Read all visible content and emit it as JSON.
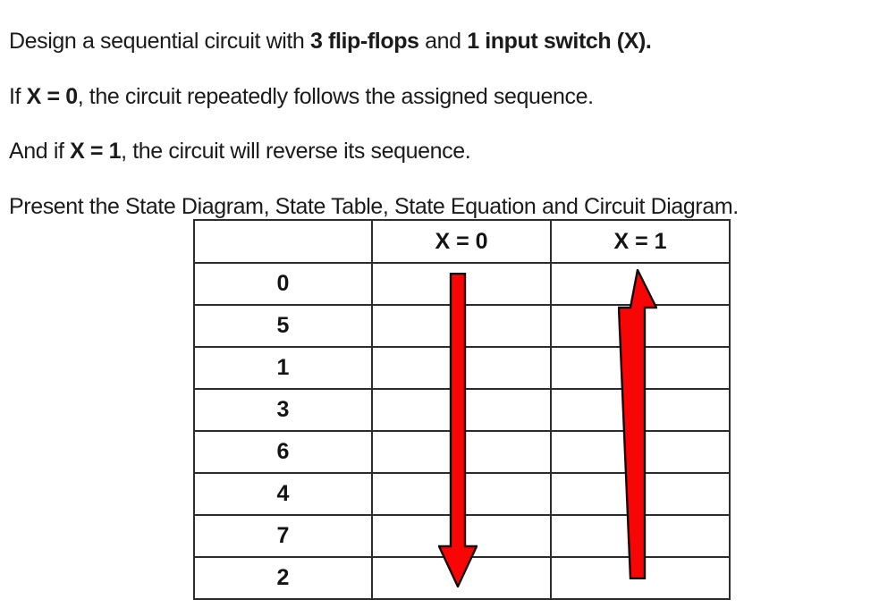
{
  "document": {
    "lines": [
      {
        "runs": [
          {
            "text": "Design a sequential circuit with ",
            "bold": false
          },
          {
            "text": "3 flip-flops",
            "bold": true
          },
          {
            "text": " and ",
            "bold": false
          },
          {
            "text": "1 input switch (X).",
            "bold": true
          }
        ]
      },
      {
        "runs": [
          {
            "text": "If ",
            "bold": false
          },
          {
            "text": "X = 0",
            "bold": true
          },
          {
            "text": ", the circuit repeatedly follows the assigned sequence.",
            "bold": false
          }
        ]
      },
      {
        "runs": [
          {
            "text": "And if ",
            "bold": false
          },
          {
            "text": "X = 1",
            "bold": true
          },
          {
            "text": ", the circuit will reverse its sequence.",
            "bold": false
          }
        ]
      },
      {
        "runs": [
          {
            "text": "Present the State Diagram, State Table, State Equation and Circuit Diagram.",
            "bold": false
          }
        ]
      }
    ]
  },
  "table": {
    "headers": [
      "",
      "X = 0",
      "X = 1"
    ],
    "rows": [
      "0",
      "5",
      "1",
      "3",
      "6",
      "4",
      "7",
      "2"
    ],
    "arrows": [
      {
        "column": "X = 0",
        "direction": "down"
      },
      {
        "column": "X = 1",
        "direction": "up"
      }
    ]
  },
  "colors": {
    "arrow_fill": "#f80606",
    "arrow_outline": "#140a0a",
    "table_border": "#2c2c2c",
    "text": "#1b1b1b",
    "background": "#ffffff"
  }
}
